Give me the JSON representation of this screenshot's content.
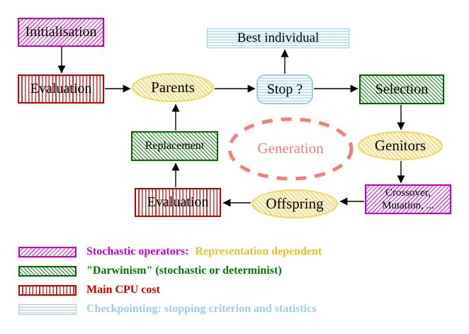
{
  "nodes": {
    "initialisation": "Initialisation",
    "evaluation_top": "Evaluation",
    "parents": "Parents",
    "best_individual": "Best individual",
    "stop": "Stop ?",
    "selection": "Selection",
    "genitors": "Genitors",
    "crossover_line1": "Crossover,",
    "crossover_line2": "Mutation, ...",
    "offspring": "Offspring",
    "evaluation_bottom": "Evaluation",
    "replacement": "Replacement",
    "generation": "Generation"
  },
  "legend": {
    "items": [
      {
        "swatch": "magenta-diagonal-hatch",
        "label": "Stochastic operators:",
        "label2": "Representation dependent",
        "label_color": "#cc00cc",
        "label2_color": "#e3c13d"
      },
      {
        "swatch": "green-diagonal-hatch",
        "label": "\"Darwinism\" (stochastic or determinist)",
        "label_color": "#007700"
      },
      {
        "swatch": "red-vertical-lines",
        "label": "Main CPU cost",
        "label_color": "#cc0000"
      },
      {
        "swatch": "cyan-horizontal-lines",
        "label": "Checkpointing: stopping criterion and statistics",
        "label_color": "#9bcde6"
      }
    ]
  },
  "colors": {
    "stochastic_magenta": "#cc00cc",
    "darwinism_green": "#006600",
    "cpu_red": "#c40000",
    "checkpoint_cyan": "#9fccdf",
    "population_yellow": "#ecd95e",
    "generation_salmon": "#f08080",
    "arrow_black": "#000000"
  }
}
